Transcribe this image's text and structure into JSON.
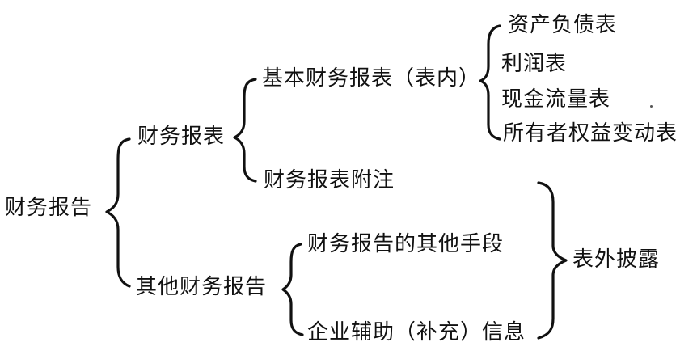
{
  "diagram": {
    "root": {
      "label": "财务报告"
    },
    "level1": {
      "financial_statements": {
        "label": "财务报表"
      },
      "other_reporting": {
        "label": "其他财务报告"
      }
    },
    "level2": {
      "basic_statements": {
        "label": "基本财务报表（表内）"
      },
      "notes": {
        "label": "财务报表附注"
      },
      "other_means": {
        "label": "财务报告的其他手段"
      },
      "supplementary_info": {
        "label": "企业辅助（补充）信息"
      }
    },
    "statements": [
      {
        "label": "资产负债表"
      },
      {
        "label": "利润表"
      },
      {
        "label": "现金流量表"
      },
      {
        "label": "所有者权益变动表"
      }
    ],
    "off_statement": {
      "label": "表外披露"
    }
  }
}
